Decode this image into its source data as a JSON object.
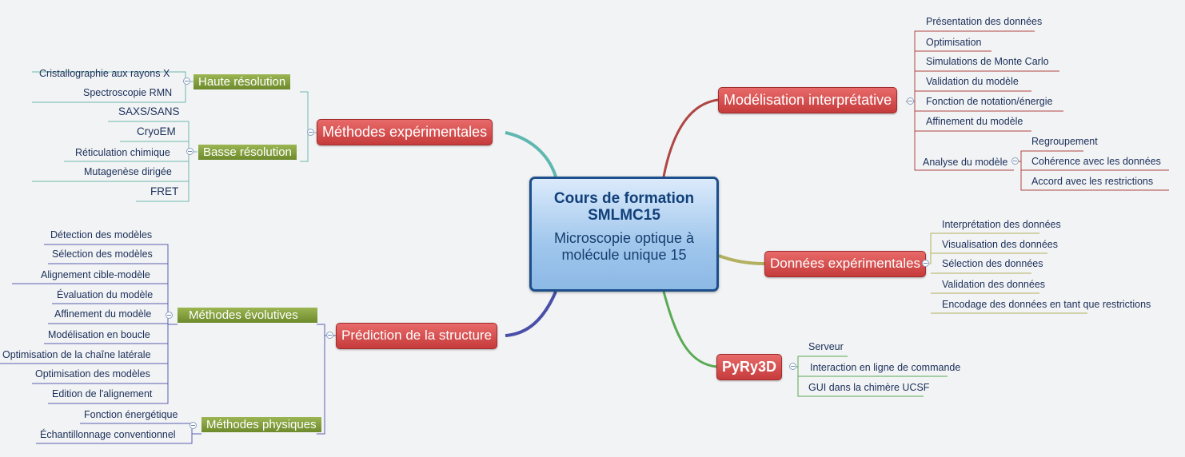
{
  "center": {
    "title": "Cours de formation SMLMC15",
    "subtitle": "Microscopie optique à molécule unique 15"
  },
  "left": {
    "experimental": {
      "label": "Méthodes expérimentales",
      "haute": {
        "label": "Haute résolution",
        "items": [
          "Cristallographie aux rayons X",
          "Spectroscopie RMN"
        ]
      },
      "basse": {
        "label": "Basse résolution",
        "items": [
          "SAXS/SANS",
          "CryoEM",
          "Réticulation chimique",
          "Mutagenèse dirigée",
          "FRET"
        ]
      }
    },
    "prediction": {
      "label": "Prédiction de la structure",
      "evolutive": {
        "label": "Méthodes évolutives",
        "items": [
          "Détection des modèles",
          "Sélection des modèles",
          "Alignement cible-modèle",
          "Évaluation du modèle",
          "Affinement du modèle",
          "Modélisation en boucle",
          "Optimisation de la chaîne latérale",
          "Optimisation des modèles",
          "Edition de l'alignement"
        ]
      },
      "physique": {
        "label": "Méthodes physiques",
        "items": [
          "Fonction énergétique",
          "Échantillonnage conventionnel"
        ]
      }
    }
  },
  "right": {
    "modelisation": {
      "label": "Modélisation interprétative",
      "items": [
        "Présentation des données",
        "Optimisation",
        "Simulations de Monte Carlo",
        "Validation du modèle",
        "Fonction de notation/énergie",
        "Affinement du modèle"
      ],
      "analyse": {
        "label": "Analyse du modèle",
        "items": [
          "Regroupement",
          "Cohérence avec les données",
          "Accord avec les restrictions"
        ]
      }
    },
    "donnees": {
      "label": "Données expérimentales",
      "items": [
        "Interprétation des données",
        "Visualisation des données",
        "Sélection des données",
        "Validation des données",
        "Encodage des données en tant que restrictions"
      ]
    },
    "pyry": {
      "label": "PyRy3D",
      "items": [
        "Serveur",
        "Interaction en ligne de commande",
        "GUI dans la chimère UCSF"
      ]
    }
  },
  "colors": {
    "main_node": "#d04545",
    "secondary_node": "#7f9a3a",
    "center_border": "#1d4f8c",
    "leaf_text": "#1a2f5a"
  }
}
